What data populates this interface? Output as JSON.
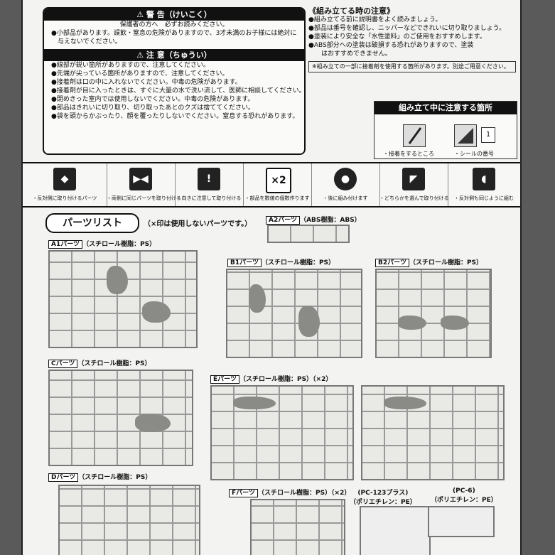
{
  "warning": {
    "title": "⚠ 警 告（けいこく）",
    "subtitle": "保護者の方へ　必ずお読みください。",
    "lines": [
      "●小部品があります。誤飲・窒息の危険がありますので、3才未満のお子様には絶対に",
      "　与えないでください。"
    ]
  },
  "caution": {
    "title": "⚠ 注 意（ちゅうい）",
    "lines": [
      "●線部が鋭い箇所がありますので、注意してください。",
      "●先端が尖っている箇所がありますので、注意してください。",
      "●接着剤は口の中に入れないでください。中毒の危険があります。",
      "●接着剤が目に入ったときは、すぐに大量の水で洗い流して、医師に相談してください。",
      "●閉めきった室内では使用しないでください。中毒の危険があります。",
      "●部品はきれいに切り取り、切り取ったあとのクズは捨ててください。",
      "●袋を頭からかぶったり、顔を覆ったりしないでください。窒息する恐れがあります。"
    ]
  },
  "assembly": {
    "title": "《組み立てる時の注意》",
    "lines": [
      "●組み立てる前に説明書をよく読みましょう。",
      "●部品は番号を確認し、ニッパーなどできれいに切り取りましょう。",
      "●塗装により安全な「水性塗料」のご使用をおすすめします。",
      "●ABS部分への塗装は破損する恐れがありますので、塗装"
    ],
    "indent_line": "はおすすめできません。",
    "boxed": "※組み立ての一部に接着剤を使用する箇所があります。別途ご用意ください。"
  },
  "caution_points": {
    "title": "組み立て中に注意する箇所",
    "label1": "・接着をするところ",
    "label2": "・シールの番号",
    "number": "1"
  },
  "icons": [
    {
      "glyph": "◆",
      "label": "・反対側に取り付けるパーツ"
    },
    {
      "glyph": "▶◀",
      "label": "・両側に同じパーツを取り付ける"
    },
    {
      "glyph": "!",
      "label": "・向きに注意して取り付ける"
    },
    {
      "glyph": "×2",
      "label": "・部品を数値の個数作ります"
    },
    {
      "glyph": "●",
      "label": "・後に組み付けます"
    },
    {
      "glyph": "◤",
      "label": "・どちらかを選んで取り付ける"
    },
    {
      "glyph": "◖",
      "label": "・反対側も同じように組む"
    }
  ],
  "parts_list": {
    "title": "パーツリスト",
    "note": "（×印は使用しないパーツです。）"
  },
  "runners": {
    "a2": {
      "tag": "A2パーツ",
      "material": "（ABS樹脂：ABS）"
    },
    "a1": {
      "tag": "A1パーツ",
      "material": "（スチロール樹脂：PS）"
    },
    "b1": {
      "tag": "B1パーツ",
      "material": "（スチロール樹脂：PS）"
    },
    "b2": {
      "tag": "B2パーツ",
      "material": "（スチロール樹脂：PS）"
    },
    "c": {
      "tag": "Cパーツ",
      "material": "（スチロール樹脂：PS）"
    },
    "e": {
      "tag": "Eパーツ",
      "material": "（スチロール樹脂：PS）（×2）"
    },
    "d": {
      "tag": "Dパーツ",
      "material": "（スチロール樹脂：PS）"
    },
    "f": {
      "tag": "Fパーツ",
      "material": "（スチロール樹脂：PS）（×2）"
    },
    "pc123": {
      "tag": "(PC-123プラス)",
      "material": "（ポリエチレン：PE）"
    },
    "pc6": {
      "tag": "(PC-6)",
      "material": "（ポリエチレン：PE）"
    }
  }
}
